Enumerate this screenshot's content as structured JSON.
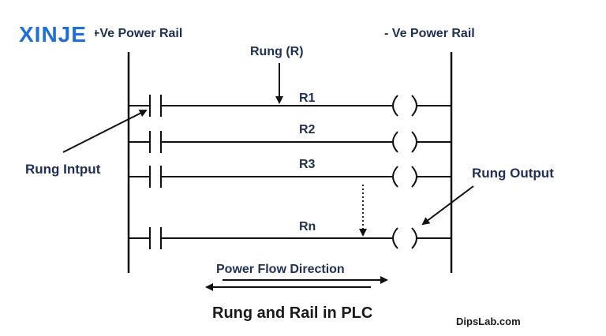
{
  "logo": {
    "text": "XINJE",
    "color": "#1f6fd6"
  },
  "labels": {
    "pos_rail": "+Ve Power Rail",
    "neg_rail": "- Ve Power Rail",
    "rung": "Rung (R)",
    "rung_input": "Rung Intput",
    "rung_output": "Rung Output",
    "power_flow": "Power Flow Direction",
    "title": "Rung and Rail in PLC",
    "credit": "DipsLab.com"
  },
  "rungs": [
    {
      "label": "R1"
    },
    {
      "label": "R2"
    },
    {
      "label": "R3"
    },
    {
      "label": "Rn"
    }
  ],
  "colors": {
    "label": "#1f2f55",
    "line": "#111111"
  }
}
